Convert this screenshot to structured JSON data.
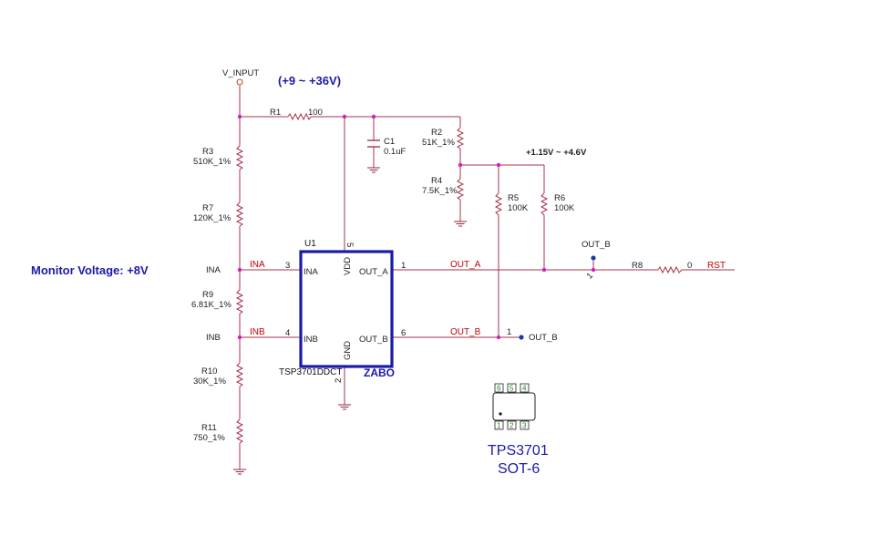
{
  "supply": {
    "label": "V_INPUT",
    "range": "(+9 ~ +36V)"
  },
  "monitor": {
    "text": "Monitor Voltage: +8V"
  },
  "threshold": {
    "text": "+1.15V ~ +4.6V"
  },
  "ic": {
    "ref": "U1",
    "part": "TSP3701DDCT",
    "mark": "ZABO",
    "pins": {
      "ina": "INA",
      "inb": "INB",
      "vdd": "VDD",
      "gnd": "GND",
      "outa": "OUT_A",
      "outb": "OUT_B"
    },
    "pin_numbers": {
      "ina": "3",
      "inb": "4",
      "vdd": "5",
      "gnd": "2",
      "outa": "1",
      "outb": "6"
    }
  },
  "components": {
    "R1": {
      "ref": "R1",
      "value": "100"
    },
    "R2": {
      "ref": "R2",
      "value": "51K_1%"
    },
    "R3": {
      "ref": "R3",
      "value": "510K_1%"
    },
    "R4": {
      "ref": "R4",
      "value": "7.5K_1%"
    },
    "R5": {
      "ref": "R5",
      "value": "100K"
    },
    "R6": {
      "ref": "R6",
      "value": "100K"
    },
    "R7": {
      "ref": "R7",
      "value": "120K_1%"
    },
    "R8": {
      "ref": "R8",
      "value": "0"
    },
    "R9": {
      "ref": "R9",
      "value": "6.81K_1%"
    },
    "R10": {
      "ref": "R10",
      "value": "30K_1%"
    },
    "R11": {
      "ref": "R11",
      "value": "750_1%"
    },
    "C1": {
      "ref": "C1",
      "value": "0.1uF"
    }
  },
  "nets": {
    "ina_net": "INA",
    "inb_net": "INB",
    "outa_net": "OUT_A",
    "outb_net": "OUT_B",
    "rst_net": "RST",
    "ina_port": "INA",
    "inb_port": "INB",
    "outb_port": "OUT_B",
    "outb_test": "OUT_B"
  },
  "pin_marks": {
    "outb_port_pin": "1",
    "testpoint_pin": "1"
  },
  "package": {
    "name": "TPS3701",
    "type": "SOT-6",
    "top_pins": [
      "6",
      "5",
      "4"
    ],
    "bottom_pins": [
      "1",
      "2",
      "3"
    ]
  },
  "colors": {
    "wire": "#a8334a",
    "ic_outline": "#1a1aa8",
    "junction": "#d020c0",
    "net_label": "#c00000",
    "pin_text": "#1a8a1a"
  }
}
